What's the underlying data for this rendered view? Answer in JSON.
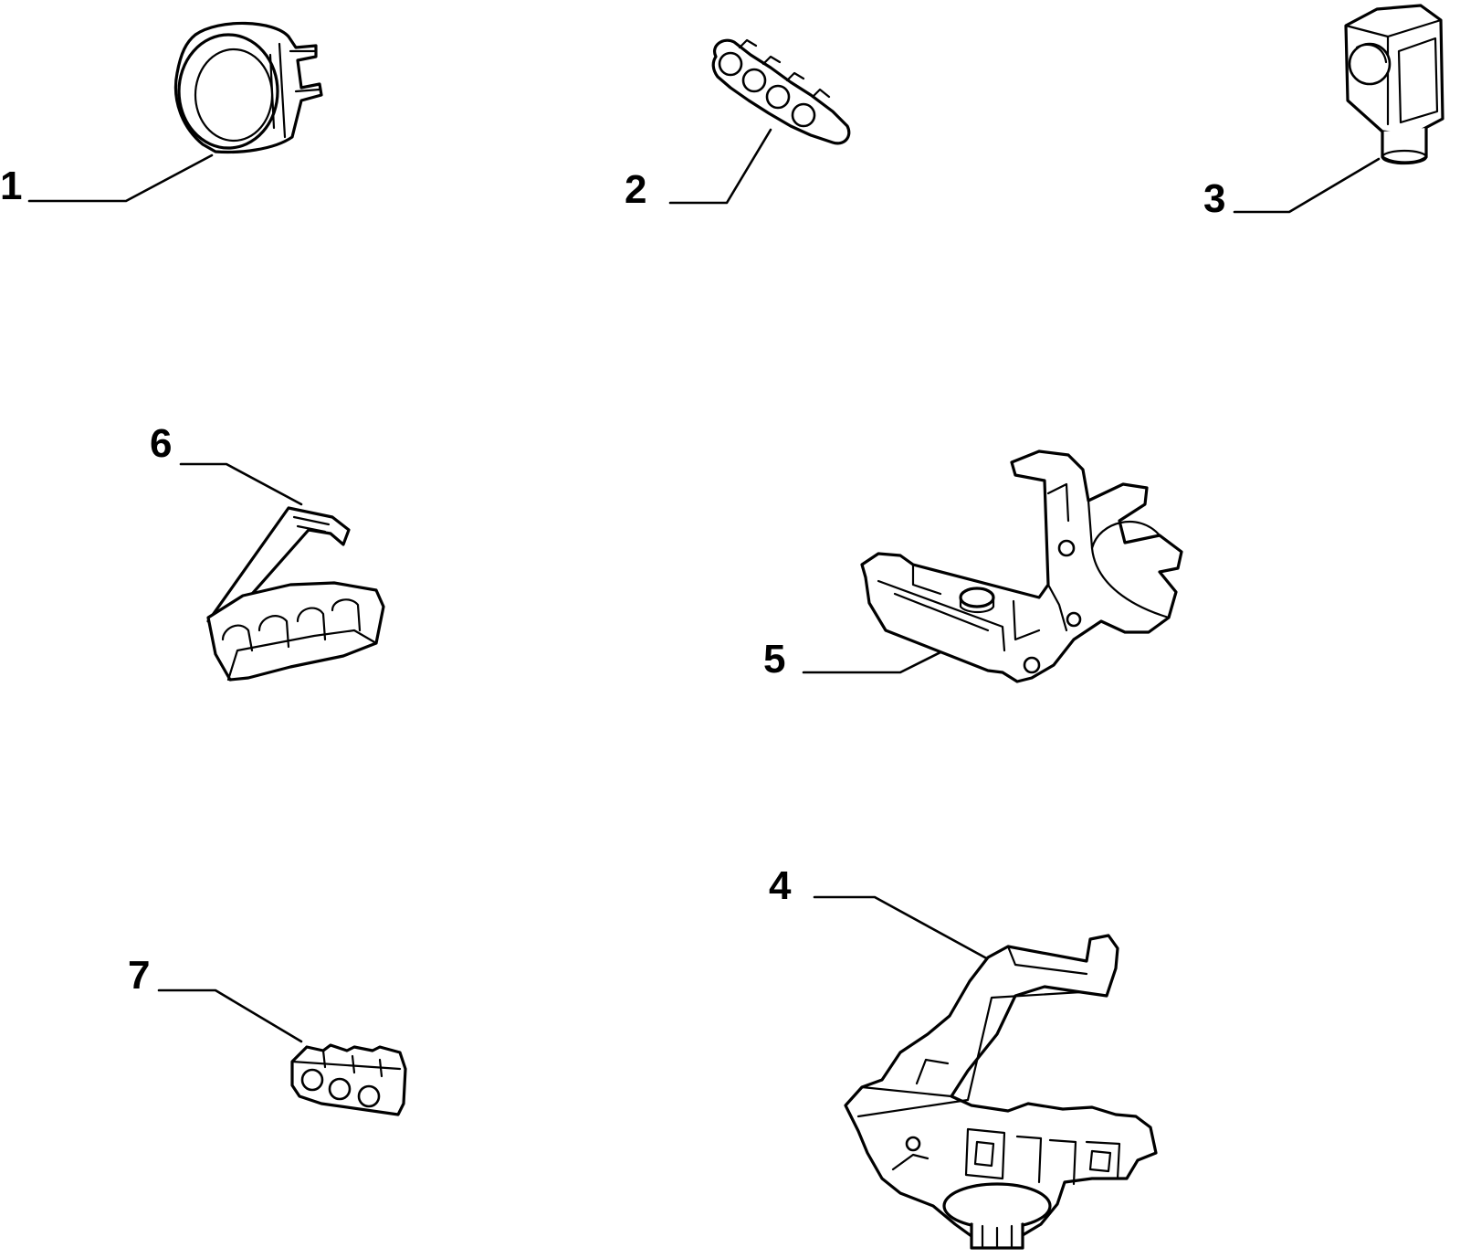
{
  "parts": [
    {
      "id": "part-1",
      "number": "1",
      "icon": "ring-hose-clamp-icon"
    },
    {
      "id": "part-2",
      "number": "2",
      "icon": "quad-pipe-clip-icon"
    },
    {
      "id": "part-3",
      "number": "3",
      "icon": "single-pipe-clip-icon"
    },
    {
      "id": "part-4",
      "number": "4",
      "icon": "multi-pipe-bracket-icon"
    },
    {
      "id": "part-5",
      "number": "5",
      "icon": "pipe-bracket-clamp-icon"
    },
    {
      "id": "part-6",
      "number": "6",
      "icon": "hinged-pipe-clip-icon"
    },
    {
      "id": "part-7",
      "number": "7",
      "icon": "triple-pipe-clip-icon"
    }
  ],
  "colors": {
    "line": "#000000",
    "background": "#ffffff"
  }
}
